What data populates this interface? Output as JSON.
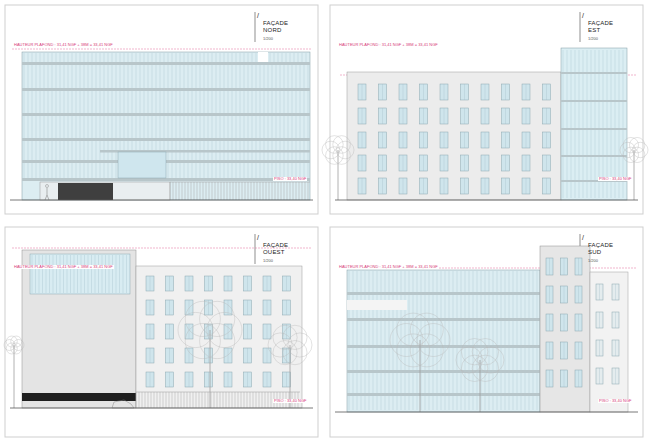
{
  "diagram": {
    "labels": [
      "/",
      "FAÇADE NORD",
      "1/200",
      "HAUTEUR PLAFOND : 31,41 NGF + 38M = 33,41 NGF",
      "PISO : 33,40 NGF",
      "/",
      "FAÇADE EST",
      "1/200",
      "HAUTEUR PLAFOND : 31,41 NGF + 38M = 33,41 NGF",
      "PISO : 33,40 NGF",
      "/",
      "FAÇADE OUEST",
      "1/200",
      "HAUTEUR PLAFOND : 31,41 NGF + 38M = 33,41 NGF",
      "PISO : 33,40 NGF",
      "/",
      "FAÇADE SUD",
      "1/200",
      "HAUTEUR PLAFOND : 31,41 NGF + 38M = 33,41 NGF",
      "PISO : 33,40 NGF"
    ]
  }
}
